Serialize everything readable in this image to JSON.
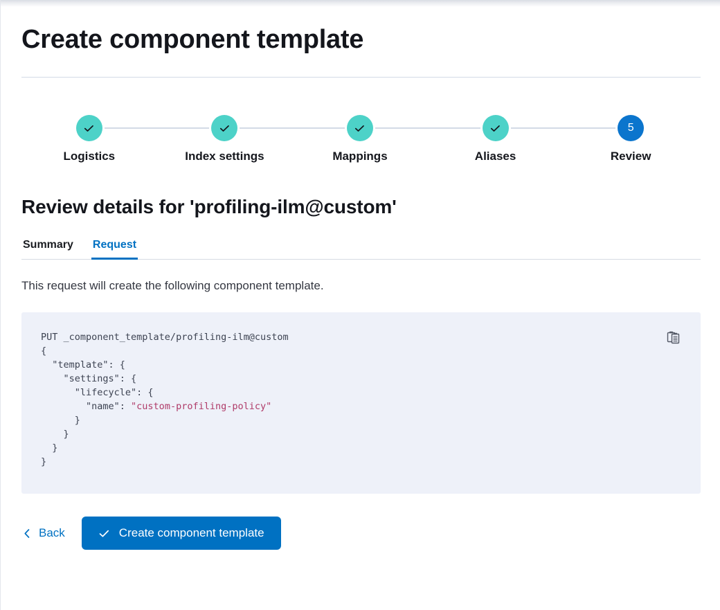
{
  "page": {
    "title": "Create component template"
  },
  "stepper": {
    "steps": [
      {
        "label": "Logistics",
        "state": "complete",
        "number": "1",
        "icon": "check-icon"
      },
      {
        "label": "Index settings",
        "state": "complete",
        "number": "2",
        "icon": "check-icon"
      },
      {
        "label": "Mappings",
        "state": "complete",
        "number": "3",
        "icon": "check-icon"
      },
      {
        "label": "Aliases",
        "state": "complete",
        "number": "4",
        "icon": "check-icon"
      },
      {
        "label": "Review",
        "state": "current",
        "number": "5",
        "icon": ""
      }
    ]
  },
  "review": {
    "heading": "Review details for 'profiling-ilm@custom'",
    "tabs": [
      {
        "label": "Summary",
        "active": false
      },
      {
        "label": "Request",
        "active": true
      }
    ],
    "description": "This request will create the following component template.",
    "request": {
      "method_line": "PUT _component_template/profiling-ilm@custom",
      "lines": [
        "{",
        "  \"template\": {",
        "    \"settings\": {",
        "      \"lifecycle\": {",
        "        \"name\": ",
        "      }",
        "    }",
        "  }",
        "}"
      ],
      "policy_value": "\"custom-profiling-policy\"",
      "copy_label": "copy-icon"
    }
  },
  "footer": {
    "back_label": "Back",
    "back_icon": "chevron-left-icon",
    "submit_label": "Create component template",
    "submit_icon": "check-icon"
  },
  "colors": {
    "primary_blue": "#0071c2",
    "step_complete_teal": "#4dd2c8",
    "step_current_blue": "#0b75cd",
    "code_background": "#eef1f9",
    "code_text": "#3d4352",
    "code_string": "#af3a68",
    "divider": "#d3dae6"
  }
}
